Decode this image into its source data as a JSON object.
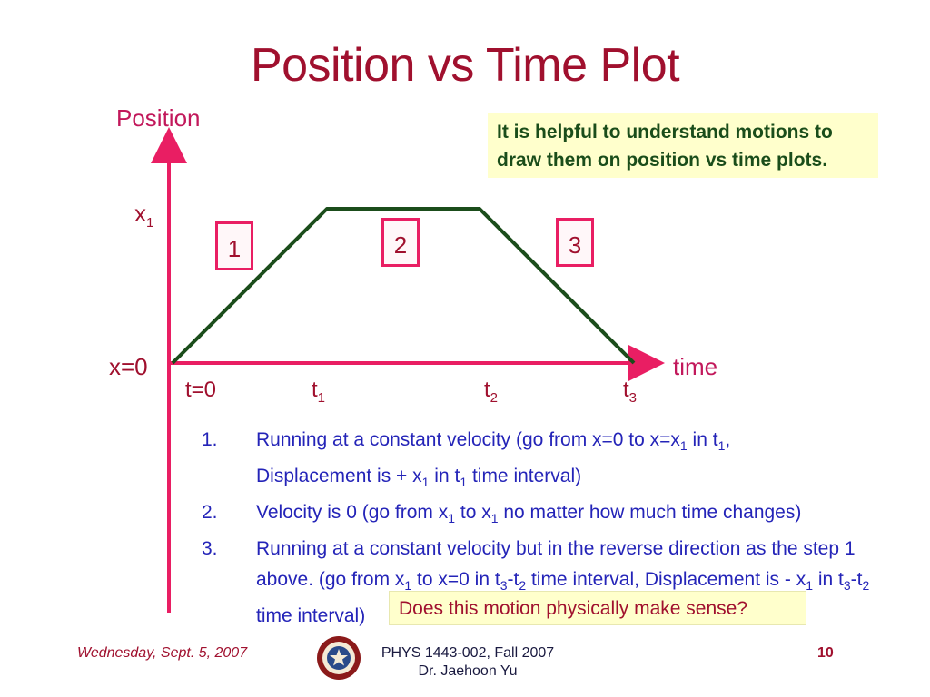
{
  "slide": {
    "title": "Position vs Time Plot",
    "note": "It is helpful to understand motions to draw them on position vs time plots.",
    "callout": "Does this motion physically make sense?"
  },
  "graph": {
    "y_axis_label": "Position",
    "x_axis_label": "time",
    "origin_label": "x=0",
    "x1_base": "x",
    "x1_sub": "1",
    "t0_label": "t=0",
    "t1_base": "t",
    "t1_sub": "1",
    "t2_base": "t",
    "t2_sub": "2",
    "t3_base": "t",
    "t3_sub": "3",
    "segments": [
      "1",
      "2",
      "3"
    ],
    "colors": {
      "axis": "#e91e63",
      "line": "#1b4d1b",
      "accent": "#a0102e"
    }
  },
  "chart_data": {
    "type": "line",
    "x": [
      "t=0",
      "t1",
      "t2",
      "t3"
    ],
    "series": [
      {
        "values": [
          "x=0",
          "x1",
          "x1",
          "x=0"
        ]
      }
    ],
    "xlabel": "time",
    "ylabel": "Position"
  },
  "list": [
    {
      "number": "1.",
      "a": "Running at a constant velocity (go from x=0 to x=x",
      "a_sub": "1",
      "b": " in t",
      "b_sub": "1",
      "c": ",",
      "d": "Displacement is + x",
      "d_sub": "1",
      "e": " in t",
      "e_sub": "1",
      "f": " time interval)"
    },
    {
      "number": "2.",
      "a": "Velocity is 0 (go from x",
      "a_sub": "1",
      "b": " to x",
      "b_sub": "1",
      "c": " no matter how much time changes)"
    },
    {
      "number": "3.",
      "a": "Running at a constant velocity but in the reverse direction as the step 1 above.  (go from x",
      "a_sub": "1",
      "b": " to x=0 in t",
      "b_sub": "3",
      "c": "-t",
      "c_sub": "2",
      "d": " time interval, Displacement is - x",
      "d_sub": "1",
      "e": " in t",
      "e_sub": "3",
      "f": "-t",
      "f_sub": "2",
      "g": " time interval)"
    }
  ],
  "footer": {
    "date": "Wednesday, Sept. 5, 2007",
    "course": "PHYS 1443-002, Fall 2007",
    "instructor": "Dr. Jaehoon Yu",
    "page": "10"
  }
}
